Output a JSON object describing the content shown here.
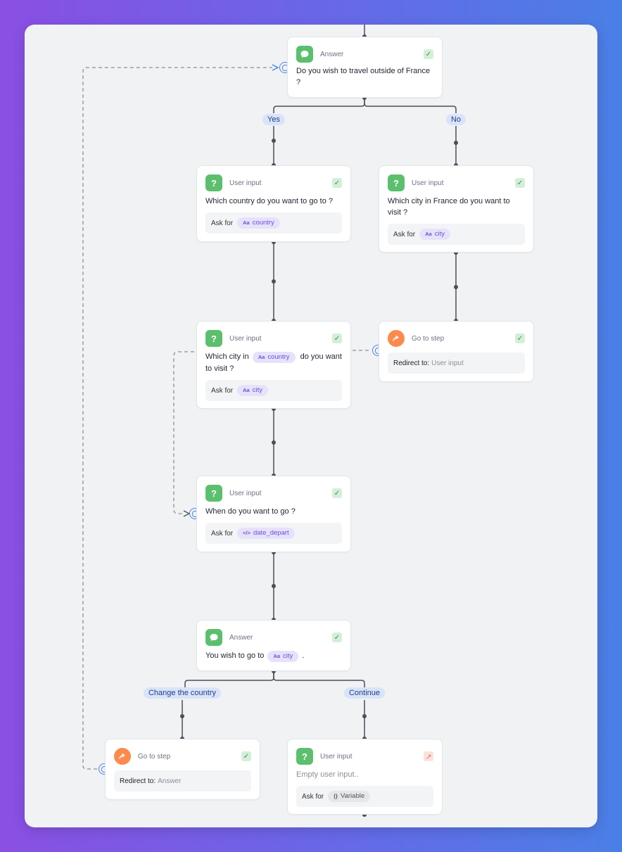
{
  "labels": {
    "answer": "Answer",
    "user_input": "User input",
    "go_to_step": "Go to step",
    "ask_for": "Ask for",
    "redirect_to": "Redirect to:"
  },
  "nodes": {
    "answer_travel": {
      "text": "Do you wish to travel outside of France ?"
    },
    "input_country": {
      "text": "Which country do you want to go to ?",
      "variable": "country"
    },
    "input_city_france": {
      "text": "Which city in France do you want to visit ?",
      "variable": "city"
    },
    "goto_user_input": {
      "target": "User input"
    },
    "input_city_in_country": {
      "text_before": "Which city in",
      "inline_variable": "country",
      "text_after": "do you want to visit ?",
      "variable": "city"
    },
    "input_date": {
      "text": "When do you want to go ?",
      "variable": "date_depart"
    },
    "answer_city": {
      "text_before": "You wish to go to",
      "inline_variable": "city",
      "text_after": "."
    },
    "goto_answer": {
      "target": "Answer"
    },
    "input_empty": {
      "text": "Empty user input..",
      "variable": "Variable"
    }
  },
  "branches": {
    "yes": "Yes",
    "no": "No",
    "change_country": "Change the country",
    "continue": "Continue"
  },
  "icons": {
    "answer": "speech-bubble-icon",
    "user_input": "question-mark-icon",
    "go_to_step": "redirect-arrow-icon",
    "status_ok": "check-icon",
    "status_warn": "wrench-icon",
    "text_var": "text-type-icon",
    "code_var": "code-type-icon",
    "object_var": "braces-icon"
  },
  "colors": {
    "green": "#5cbf6e",
    "orange": "#fb8a4c",
    "chip": "#e7e2fb",
    "branch_pill": "#d9e4fb",
    "link": "#4a86f0"
  }
}
